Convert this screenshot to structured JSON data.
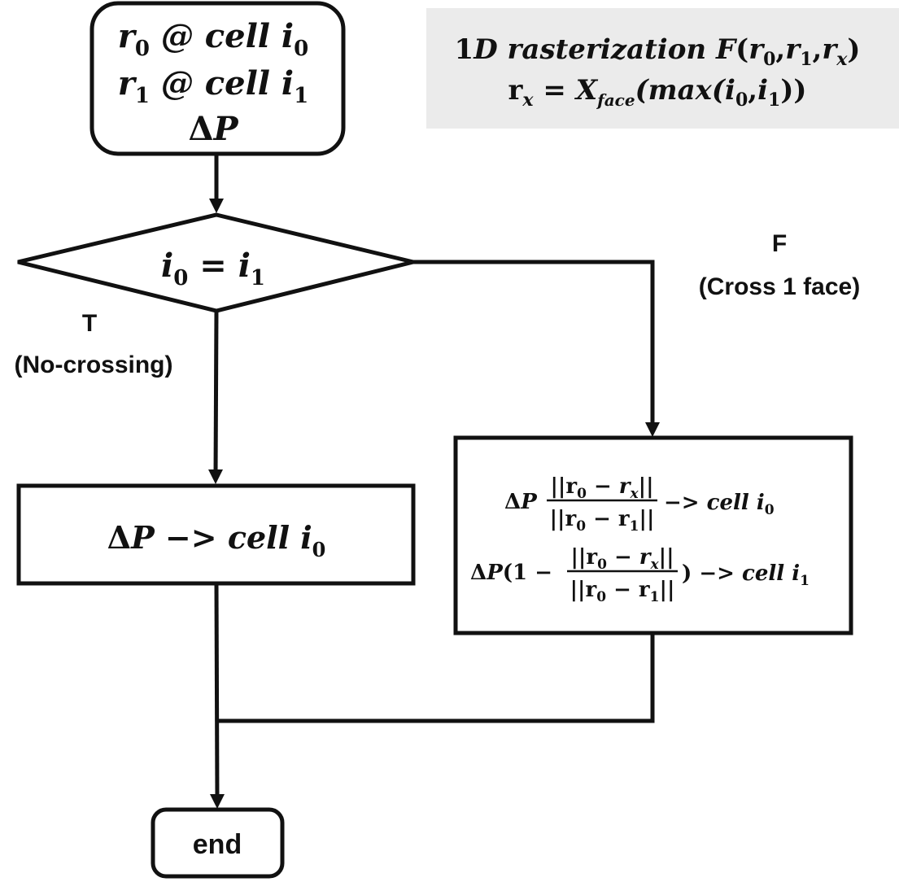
{
  "start_box": {
    "line1": {
      "var": "r",
      "sub": "0",
      "mid": " @ cell ",
      "idx": "i",
      "idxsub": "0"
    },
    "line2": {
      "var": "r",
      "sub": "1",
      "mid": " @ cell ",
      "idx": "i",
      "idxsub": "1"
    },
    "line3": "ΔP"
  },
  "info_box": {
    "line1_prefix": "1",
    "line1_D": "D",
    "line1_text": " rasterization ",
    "line1_F": "F",
    "line1_args": [
      "r",
      "0",
      ",",
      "r",
      "1",
      ",",
      "r",
      "x"
    ],
    "line2_r": "r",
    "line2_rsub": "x",
    "line2_eq": " = ",
    "line2_X": "X",
    "line2_Xsub": "face",
    "line2_rest": "(max(",
    "line2_i0": "i",
    "line2_i0sub": "0",
    "line2_comma": ",",
    "line2_i1": "i",
    "line2_i1sub": "1",
    "line2_close": "))"
  },
  "decision": {
    "lhs": "i",
    "lhs_sub": "0",
    "op": " = ",
    "rhs": "i",
    "rhs_sub": "1"
  },
  "branch_true": {
    "letter": "T",
    "desc": "(No-crossing)"
  },
  "branch_false": {
    "letter": "F",
    "desc": "(Cross 1 face)"
  },
  "box_true": {
    "lhs": "ΔP",
    "arrow": " −> ",
    "cell": "cell ",
    "i": "i",
    "isub": "0"
  },
  "box_false": {
    "row1_dp": "ΔP",
    "num": "||r",
    "num_sub0": "0",
    "num_minus": " − r",
    "num_subx": "x",
    "num_close": "||",
    "den": "||r",
    "den_sub0": "0",
    "den_minus": " − r",
    "den_sub1": "1",
    "den_close": "||",
    "row1_arrow": " −> ",
    "row1_cell": "cell ",
    "row1_i": "i",
    "row1_isub": "0",
    "row2_dp": "ΔP(1 −",
    "row2_close": ")",
    "row2_arrow": " −> ",
    "row2_cell": "cell ",
    "row2_i": "i",
    "row2_isub": "1"
  },
  "end_box": {
    "label": "end"
  },
  "colors": {
    "stroke": "#111111",
    "info_bg": "#ebebeb"
  }
}
